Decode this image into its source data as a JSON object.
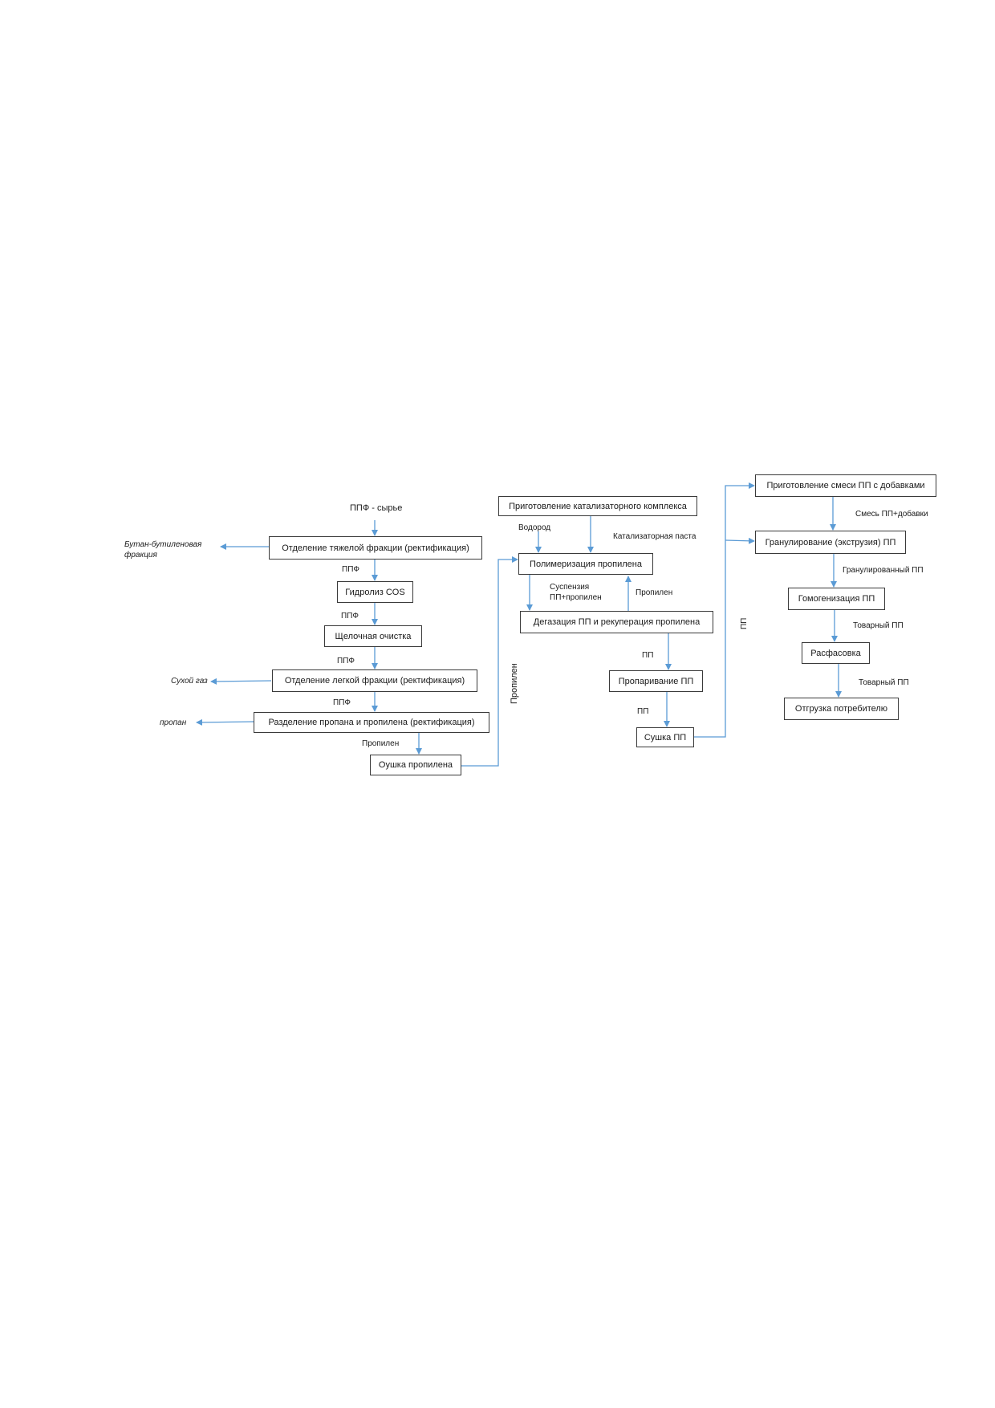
{
  "colors": {
    "arrow": "#5b9bd5",
    "box_border": "#3a3a3a",
    "text": "#1a1a1a",
    "background": "#ffffff"
  },
  "boxes": {
    "heavy_fraction": "Отделение тяжелой фракции (ректификация)",
    "cos_hydrolysis": "Гидролиз COS",
    "alkaline_cleaning": "Щелочная очистка",
    "light_fraction": "Отделение легкой фракции (ректификация)",
    "propane_propylene_split": "Разделение пропана и пропилена (ректификация)",
    "propylene_drying": "Оушка пропилена",
    "catalyst_prep": "Приготовление катализаторного комплекса",
    "polymerization": "Полимеризация пропилена",
    "degassing": "Дегазация ПП и рекуперация пропилена",
    "steaming": "Пропаривание ПП",
    "pp_drying": "Сушка ПП",
    "mix_prep": "Приготовление смеси ПП с добавками",
    "granulation": "Гранулирование (экструзия) ПП",
    "homogenization": "Гомогенизация ПП",
    "packaging": "Расфасовка",
    "shipment": "Отгрузка потребителю"
  },
  "labels": {
    "ppf_feed": "ППФ - сырье",
    "ppf_1": "ППФ",
    "ppf_2": "ППФ",
    "ppf_3": "ППФ",
    "ppf_4": "ППФ",
    "propylene_out": "Пропилен",
    "propylene_vertical": "Пропилен",
    "butane_line1": "Бутан-бутиленовая",
    "butane_line2": "фракция",
    "dry_gas": "Сухой газ",
    "propane": "пропан",
    "hydrogen": "Водород",
    "catalyst_paste": "Катализаторная паста",
    "suspension_line1": "Суспензия",
    "suspension_line2": "ПП+пропилен",
    "propylene_return": "Пропилен",
    "pp_1": "ПП",
    "pp_2": "ПП",
    "pp_vertical": "ПП",
    "mix_pp_additives": "Смесь ПП+добавки",
    "granulated_pp": "Гранулированный ПП",
    "commercial_pp_1": "Товарный ПП",
    "commercial_pp_2": "Товарный ПП"
  }
}
